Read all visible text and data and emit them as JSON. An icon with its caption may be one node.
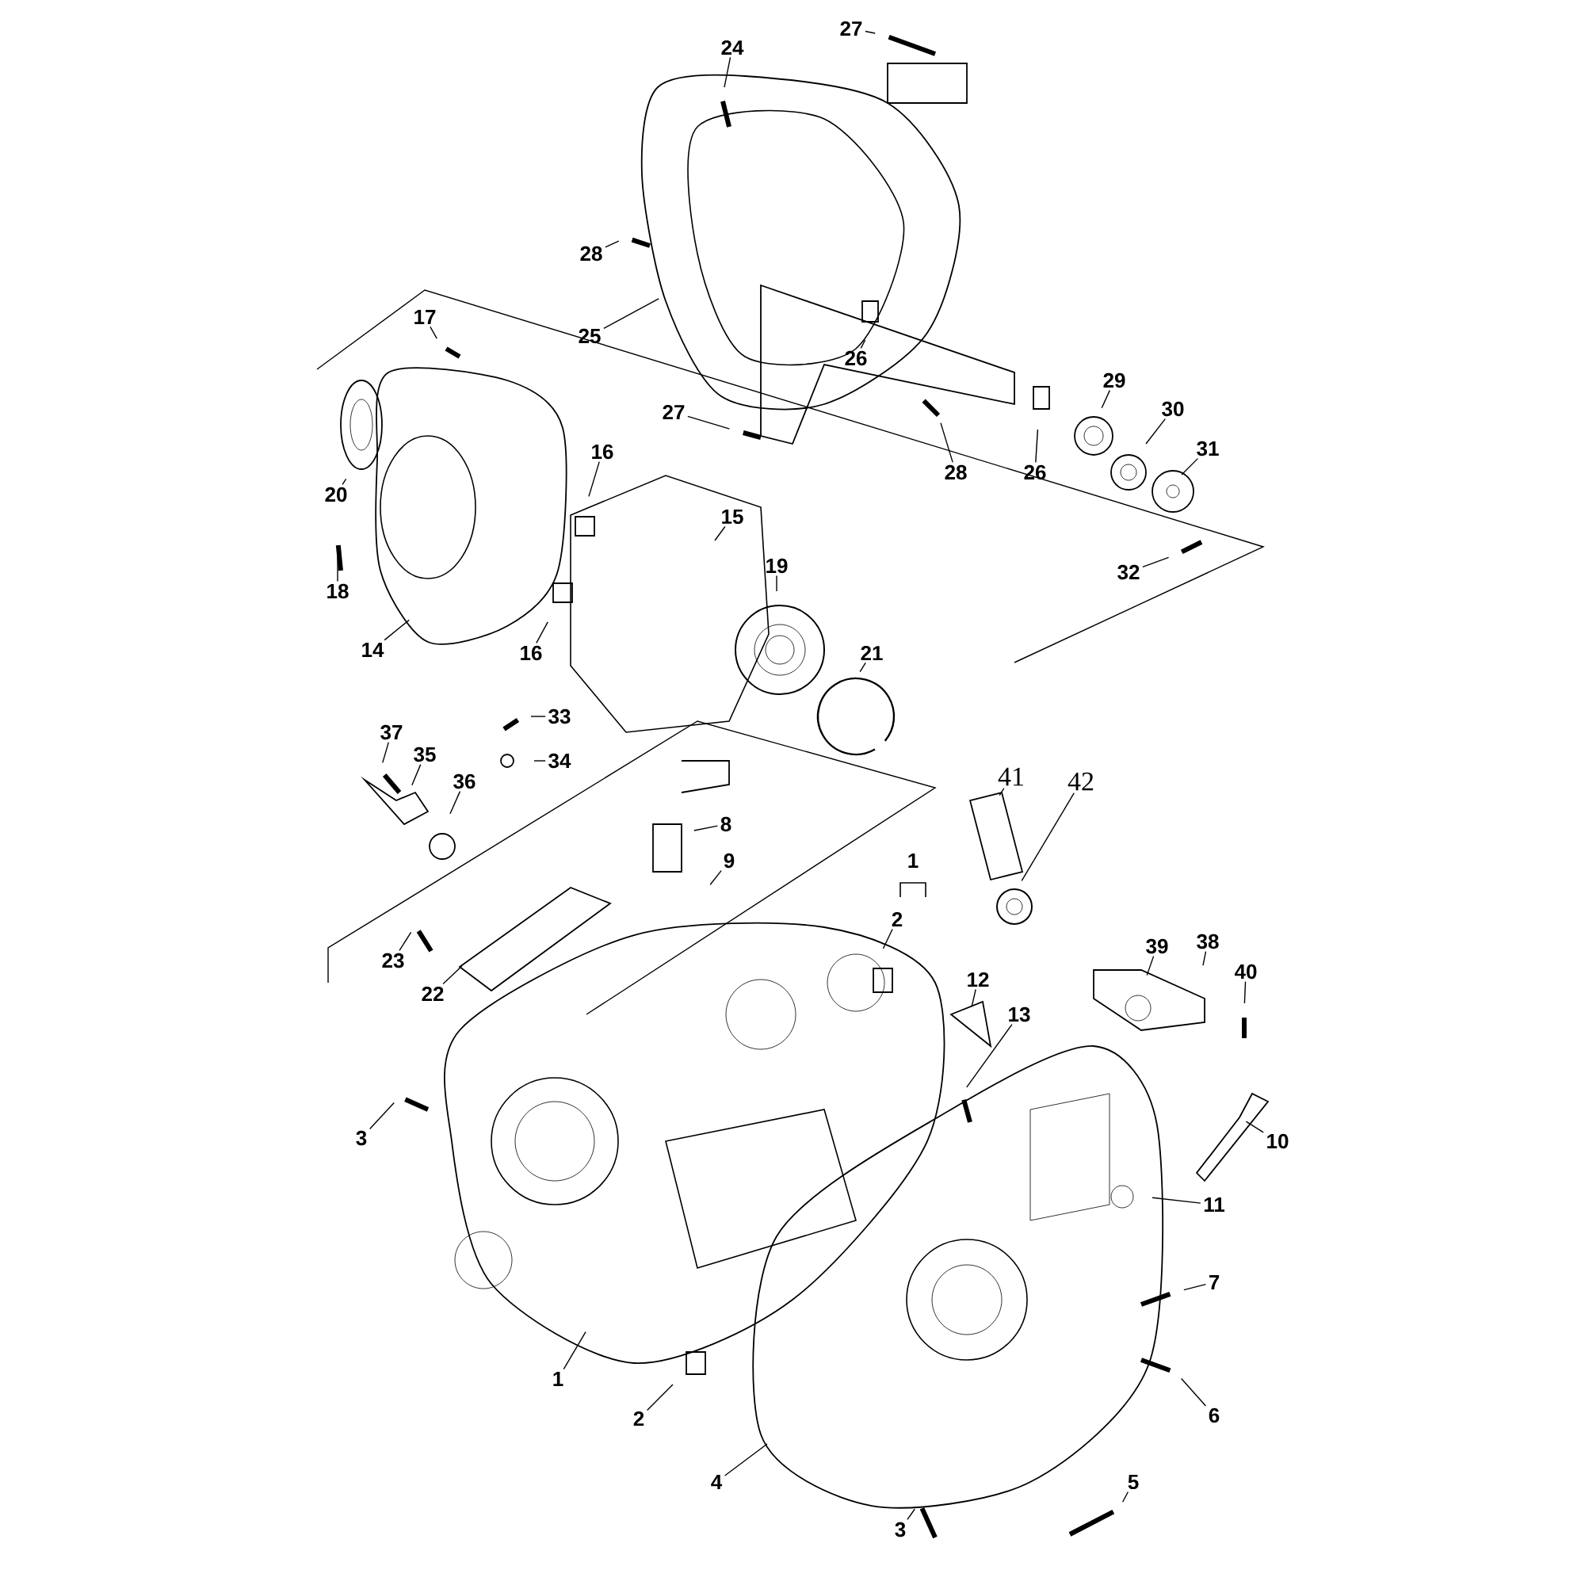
{
  "diagram": {
    "nodes": [
      {
        "text": [
          "27"
        ]
      },
      {
        "text": [
          "24"
        ]
      },
      {
        "text": [
          "28"
        ]
      },
      {
        "text": [
          "25"
        ]
      },
      {
        "text": [
          "17"
        ]
      },
      {
        "text": [
          "26"
        ]
      },
      {
        "text": [
          "29"
        ]
      },
      {
        "text": [
          "27"
        ]
      },
      {
        "text": [
          "30"
        ]
      },
      {
        "text": [
          "31"
        ]
      },
      {
        "text": [
          "28"
        ]
      },
      {
        "text": [
          "26"
        ]
      },
      {
        "text": [
          "20"
        ]
      },
      {
        "text": [
          "16"
        ]
      },
      {
        "text": [
          "32"
        ]
      },
      {
        "text": [
          "18"
        ]
      },
      {
        "text": [
          "15"
        ]
      },
      {
        "text": [
          "19"
        ]
      },
      {
        "text": [
          "21"
        ]
      },
      {
        "text": [
          "14"
        ]
      },
      {
        "text": [
          "16"
        ]
      },
      {
        "text": [
          "33"
        ]
      },
      {
        "text": [
          "37"
        ]
      },
      {
        "text": [
          "35"
        ]
      },
      {
        "text": [
          "34"
        ]
      },
      {
        "text": [
          "41"
        ]
      },
      {
        "text": [
          "42"
        ]
      },
      {
        "text": [
          "36"
        ]
      },
      {
        "text": [
          "8"
        ]
      },
      {
        "text": [
          "9"
        ]
      },
      {
        "text": [
          "2"
        ]
      },
      {
        "text": [
          "39"
        ]
      },
      {
        "text": [
          "38"
        ]
      },
      {
        "text": [
          "23"
        ]
      },
      {
        "text": [
          "40"
        ]
      },
      {
        "text": [
          "12"
        ]
      },
      {
        "text": [
          "22"
        ]
      },
      {
        "text": [
          "13"
        ]
      },
      {
        "text": [
          "3"
        ]
      },
      {
        "text": [
          "10"
        ]
      },
      {
        "text": [
          "11"
        ]
      },
      {
        "text": [
          "7"
        ]
      },
      {
        "text": [
          "1"
        ]
      },
      {
        "text": [
          "6"
        ]
      },
      {
        "text": [
          "2"
        ]
      },
      {
        "text": [
          "4"
        ]
      },
      {
        "text": [
          "5"
        ]
      },
      {
        "text": [
          "3"
        ]
      }
    ],
    "edges": [
      {
        "from": 0,
        "to": null,
        "arrow": "none"
      },
      {
        "from": 1,
        "to": null,
        "arrow": "none"
      },
      {
        "from": 2,
        "to": null,
        "arrow": "none"
      },
      {
        "from": 3,
        "to": null,
        "arrow": "none"
      },
      {
        "from": 4,
        "to": null,
        "arrow": "none"
      },
      {
        "from": 5,
        "to": null,
        "arrow": "none"
      },
      {
        "from": 6,
        "to": null,
        "arrow": "none"
      },
      {
        "from": 7,
        "to": null,
        "arrow": "none"
      },
      {
        "from": 8,
        "to": null,
        "arrow": "none"
      },
      {
        "from": 9,
        "to": null,
        "arrow": "none"
      },
      {
        "from": 10,
        "to": null,
        "arrow": "none"
      },
      {
        "from": 11,
        "to": null,
        "arrow": "none"
      },
      {
        "from": 12,
        "to": null,
        "arrow": "none"
      },
      {
        "from": 13,
        "to": null,
        "arrow": "none"
      },
      {
        "from": 14,
        "to": null,
        "arrow": "none"
      },
      {
        "from": 15,
        "to": null,
        "arrow": "none"
      },
      {
        "from": 16,
        "to": null,
        "arrow": "none"
      },
      {
        "from": 17,
        "to": null,
        "arrow": "none"
      },
      {
        "from": 18,
        "to": null,
        "arrow": "none"
      },
      {
        "from": 19,
        "to": null,
        "arrow": "none"
      },
      {
        "from": 20,
        "to": null,
        "arrow": "none"
      },
      {
        "from": 21,
        "to": null,
        "arrow": "none"
      },
      {
        "from": 22,
        "to": null,
        "arrow": "none"
      },
      {
        "from": 23,
        "to": null,
        "arrow": "none"
      },
      {
        "from": 24,
        "to": null,
        "arrow": "none"
      },
      {
        "from": 25,
        "to": null,
        "arrow": "none"
      },
      {
        "from": 26,
        "to": null,
        "arrow": "none"
      },
      {
        "from": 27,
        "to": null,
        "arrow": "none"
      },
      {
        "from": 28,
        "to": null,
        "arrow": "none"
      },
      {
        "from": 29,
        "to": null,
        "arrow": "none"
      },
      {
        "from": 30,
        "to": null,
        "arrow": "none"
      },
      {
        "from": 31,
        "to": null,
        "arrow": "none"
      },
      {
        "from": 32,
        "to": null,
        "arrow": "none"
      },
      {
        "from": 33,
        "to": null,
        "arrow": "none"
      },
      {
        "from": 34,
        "to": null,
        "arrow": "none"
      },
      {
        "from": 35,
        "to": null,
        "arrow": "none"
      },
      {
        "from": 36,
        "to": null,
        "arrow": "none"
      },
      {
        "from": 37,
        "to": null,
        "arrow": "none"
      },
      {
        "from": 38,
        "to": null,
        "arrow": "none"
      },
      {
        "from": 39,
        "to": null,
        "arrow": "none"
      },
      {
        "from": 40,
        "to": null,
        "arrow": "none"
      },
      {
        "from": 41,
        "to": null,
        "arrow": "none"
      },
      {
        "from": 42,
        "to": null,
        "arrow": "none"
      },
      {
        "from": 43,
        "to": null,
        "arrow": "none"
      },
      {
        "from": 44,
        "to": null,
        "arrow": "none"
      },
      {
        "from": 45,
        "to": null,
        "arrow": "none"
      },
      {
        "from": 46,
        "to": null,
        "arrow": "none"
      },
      {
        "from": 47,
        "to": null,
        "arrow": "none"
      }
    ],
    "labels": [
      "1"
    ]
  }
}
